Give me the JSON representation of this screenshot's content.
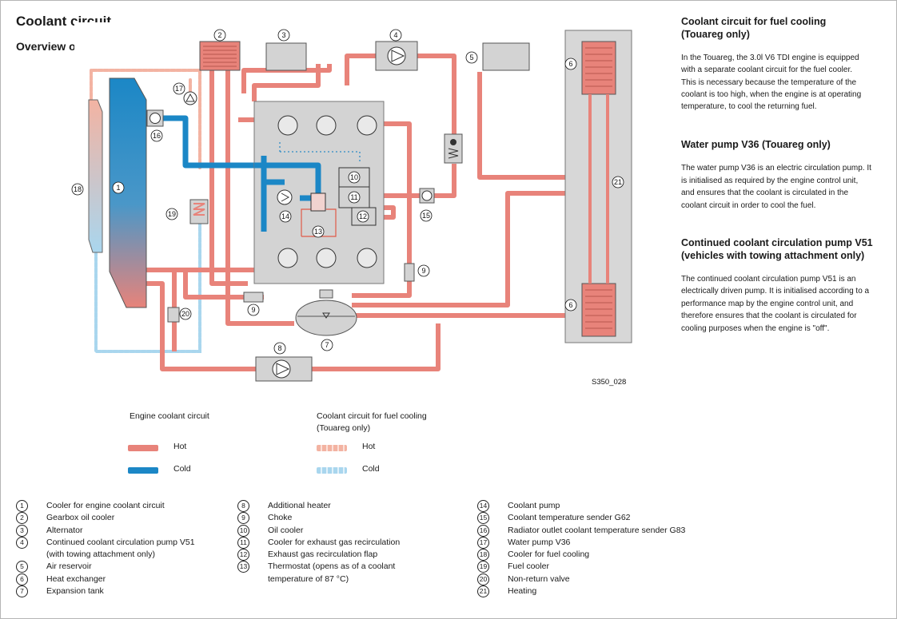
{
  "page": {
    "title": "Coolant circuit",
    "subtitle": "Overview of the system",
    "figure_ref": "S350_028"
  },
  "legend": {
    "engine_title": "Engine coolant circuit",
    "fuel_title_line1": "Coolant circuit for fuel cooling",
    "fuel_title_line2": "(Touareg only)",
    "hot": "Hot",
    "cold": "Cold",
    "colors": {
      "hot": "#e8837a",
      "cold": "#1b87c6",
      "fuel_hot": "#f3b3a2",
      "fuel_cold": "#a9d6ee"
    }
  },
  "callouts": {
    "c1": "1",
    "c2": "2",
    "c3": "3",
    "c4": "4",
    "c5": "5",
    "c6": "6",
    "c7": "7",
    "c8": "8",
    "c9": "9",
    "c10": "10",
    "c11": "11",
    "c12": "12",
    "c13": "13",
    "c14": "14",
    "c15": "15",
    "c16": "16",
    "c17": "17",
    "c18": "18",
    "c19": "19",
    "c20": "20",
    "c21": "21"
  },
  "sidebar": {
    "section1_title_line1": "Coolant circuit for fuel cooling",
    "section1_title_line2": "(Touareg only)",
    "section1_lines": [
      "In the Touareg, the 3.0l V6 TDI engine is equipped",
      "with a separate coolant circuit for the fuel cooler.",
      "This is necessary because the temperature of the",
      "coolant is too high, when the engine is at operating",
      "temperature, to cool the returning fuel."
    ],
    "section2_title": "Water pump V36 (Touareg only)",
    "section2_lines": [
      "The water pump V36 is an electric circulation pump. It",
      "is initialised as required by the engine control unit,",
      "and ensures that the coolant is circulated in the",
      "coolant circuit in order to cool the fuel."
    ],
    "section3_title_line1": "Continued coolant circulation pump V51",
    "section3_title_line2": "(vehicles with towing attachment only)",
    "section3_lines": [
      "The continued coolant circulation pump V51 is an",
      "electrically driven pump. It is initialised according to a",
      "performance map by the engine control unit, and",
      "therefore ensures that the coolant is circulated for",
      "cooling purposes when the engine is \"off\"."
    ]
  },
  "key": {
    "col1": [
      {
        "num": "1",
        "text": "Cooler for engine coolant circuit"
      },
      {
        "num": "2",
        "text": "Gearbox oil cooler"
      },
      {
        "num": "3",
        "text": "Alternator"
      },
      {
        "num": "4",
        "text": "Continued coolant circulation pump V51",
        "text2": "(with towing attachment only)"
      },
      {
        "num": "5",
        "text": "Air reservoir"
      },
      {
        "num": "6",
        "text": "Heat exchanger"
      },
      {
        "num": "7",
        "text": "Expansion tank"
      }
    ],
    "col2": [
      {
        "num": "8",
        "text": "Additional heater"
      },
      {
        "num": "9",
        "text": "Choke"
      },
      {
        "num": "10",
        "text": "Oil cooler"
      },
      {
        "num": "11",
        "text": "Cooler for exhaust gas recirculation"
      },
      {
        "num": "12",
        "text": "Exhaust gas recirculation flap"
      },
      {
        "num": "13",
        "text": "Thermostat (opens as of a coolant",
        "text2": "temperature of 87 °C)"
      }
    ],
    "col3": [
      {
        "num": "14",
        "text": "Coolant pump"
      },
      {
        "num": "15",
        "text": "Coolant temperature sender G62"
      },
      {
        "num": "16",
        "text": "Radiator outlet coolant temperature sender G83"
      },
      {
        "num": "17",
        "text": "Water pump V36"
      },
      {
        "num": "18",
        "text": "Cooler for fuel cooling"
      },
      {
        "num": "19",
        "text": "Fuel cooler"
      },
      {
        "num": "20",
        "text": "Non-return valve"
      },
      {
        "num": "21",
        "text": "Heating"
      }
    ]
  }
}
